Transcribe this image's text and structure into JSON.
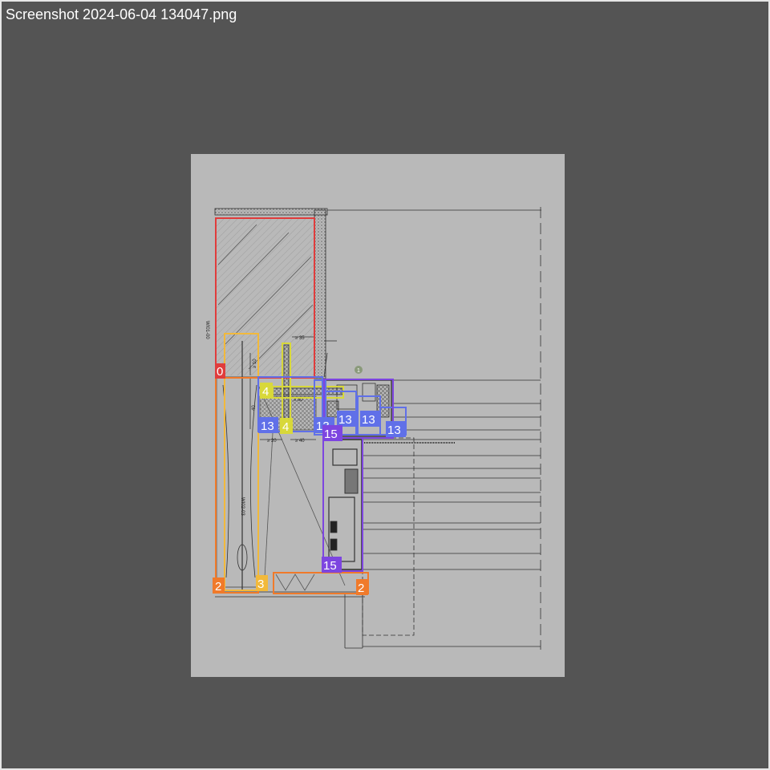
{
  "window": {
    "title": "Screenshot 2024-06-04 134047.png"
  },
  "colors": {
    "viewer_bg": "#545454",
    "sheet": "#b9b9b9",
    "red": "#e03c3c",
    "orange": "#f07a2a",
    "yellow_orange": "#f2b93b",
    "yellow": "#d8d83a",
    "blue": "#6070e8",
    "purple": "#7d45e0"
  },
  "drawing": {
    "labels": {
      "wall_tag_top": "WI01-00",
      "wall_tag_bottom": "WI02-03",
      "dim_35": "≥ 35",
      "dim_10": "≥ 10",
      "dim_40": "40",
      "dim_20": "≥ 20",
      "dim_40b": "≥ 40",
      "dim_80": "≥ 80"
    },
    "callout_number": "1"
  },
  "annotations": [
    {
      "id": "0",
      "class": "red"
    },
    {
      "id": "2",
      "class": "orange"
    },
    {
      "id": "3",
      "class": "yellow_orange"
    },
    {
      "id": "4",
      "class": "yellow"
    },
    {
      "id": "4",
      "class": "yellow"
    },
    {
      "id": "13",
      "class": "blue"
    },
    {
      "id": "13",
      "class": "blue"
    },
    {
      "id": "13",
      "class": "blue"
    },
    {
      "id": "13",
      "class": "blue"
    },
    {
      "id": "13",
      "class": "blue"
    },
    {
      "id": "15",
      "class": "purple"
    },
    {
      "id": "15",
      "class": "purple"
    },
    {
      "id": "2",
      "class": "orange"
    }
  ]
}
